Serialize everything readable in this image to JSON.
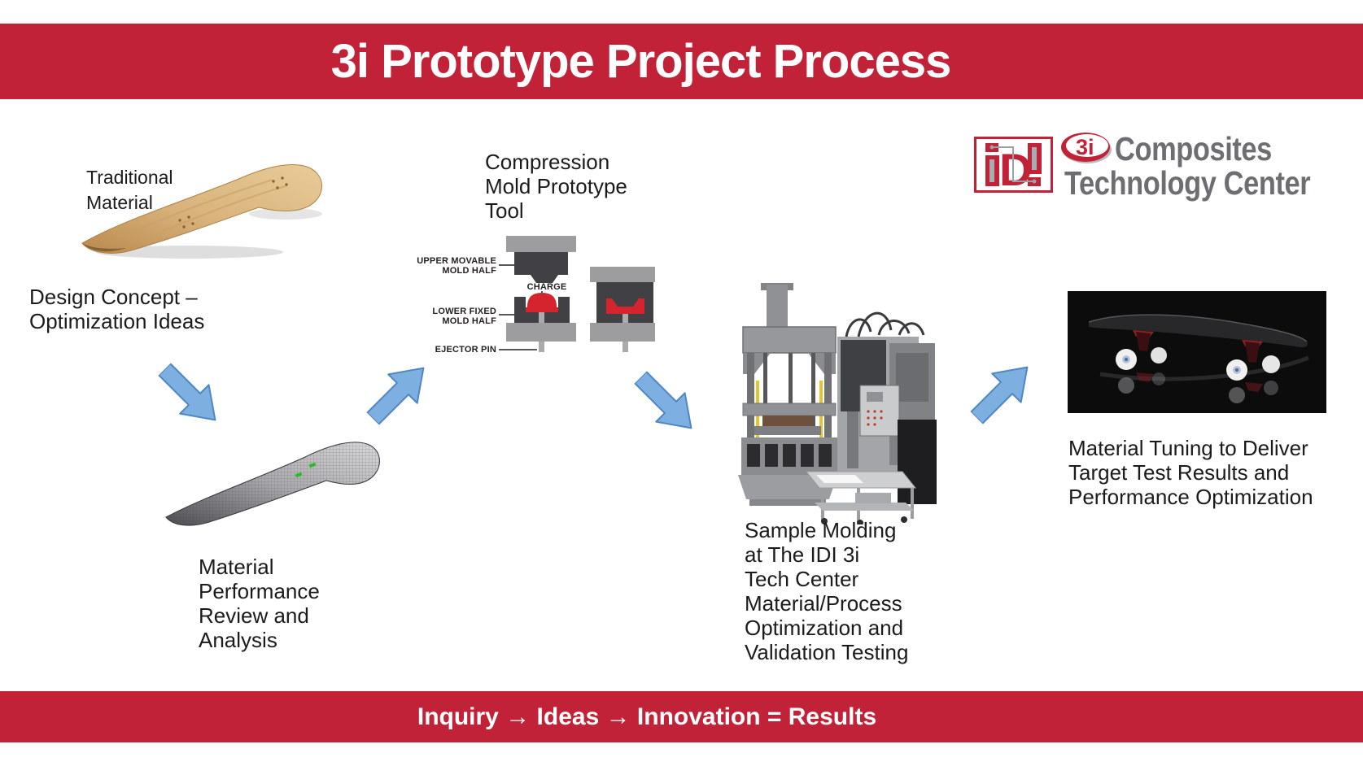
{
  "header": {
    "title": "3i Prototype Project Process"
  },
  "footer": {
    "tagline": "Inquiry → Ideas → Innovation = Results"
  },
  "branding": {
    "idi_d": "D",
    "oval_logo_text": "3i",
    "org_line1": "Composites",
    "org_line2": "Technology Center"
  },
  "stages": {
    "design": {
      "image_label": "Traditional\nMaterial",
      "caption": "Design Concept –\nOptimization Ideas"
    },
    "analysis": {
      "caption": "Material\nPerformance\nReview and\nAnalysis"
    },
    "mold_tool": {
      "title": "Compression\nMold Prototype\nTool",
      "labels": {
        "upper": "UPPER MOVABLE\nMOLD HALF",
        "charge": "CHARGE",
        "lower": "LOWER FIXED\nMOLD HALF",
        "ejector": "EJECTOR PIN"
      }
    },
    "molding": {
      "caption": "Sample Molding\nat The IDI 3i\nTech Center\nMaterial/Process\nOptimization and\nValidation Testing"
    },
    "tuning": {
      "caption": "Material Tuning to Deliver\nTarget Test Results and\nPerformance Optimization"
    }
  },
  "colors": {
    "banner_red": "#c22237",
    "arrow_blue_fill": "#7db0e0",
    "arrow_blue_border": "#4f87c5",
    "mold_light_gray": "#9d9da0",
    "mold_dark_gray": "#414044",
    "charge_red": "#d6242f",
    "logo_red": "#c22237",
    "logo_gray": "#6d6e71",
    "text_black": "#1b1b1b"
  }
}
